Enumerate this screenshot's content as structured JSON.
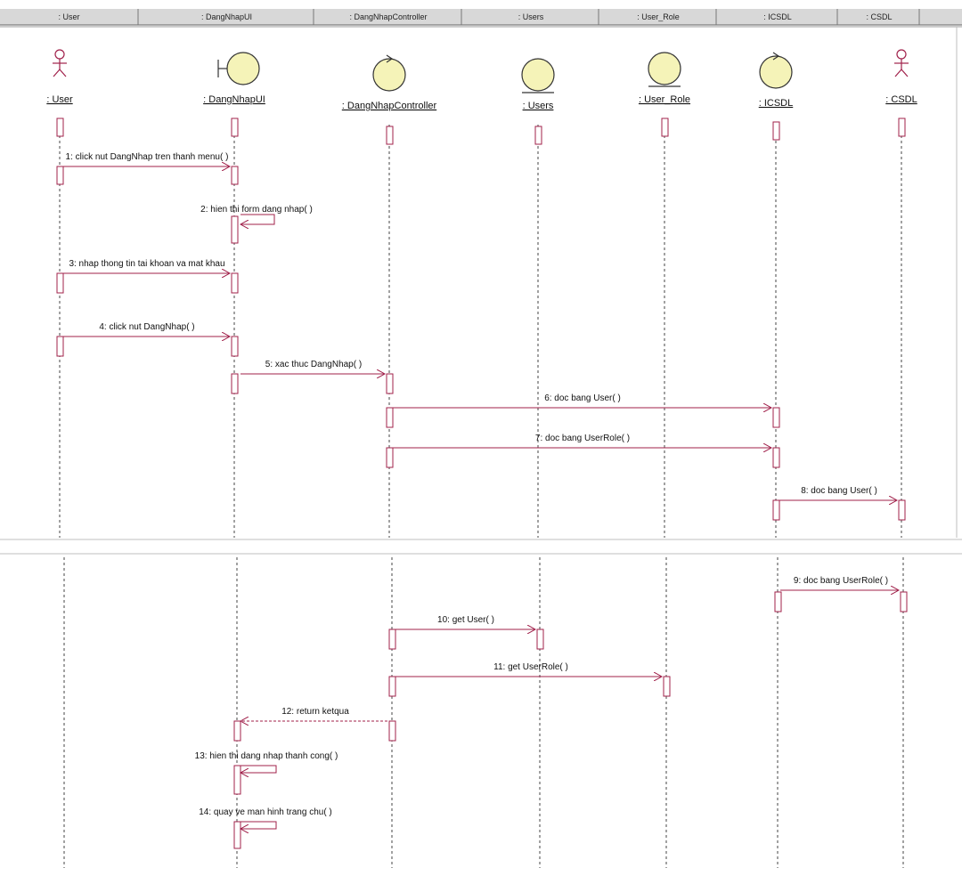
{
  "header_tabs": [
    ": User",
    ": DangNhapUI",
    ": DangNhapController",
    ": Users",
    ": User_Role",
    ": ICSDL",
    ": CSDL"
  ],
  "lifelines": [
    {
      "label": ": User",
      "kind": "actor"
    },
    {
      "label": ": DangNhapUI",
      "kind": "boundary"
    },
    {
      "label": ": DangNhapController",
      "kind": "control"
    },
    {
      "label": ": Users",
      "kind": "entity"
    },
    {
      "label": ": User_Role",
      "kind": "entity"
    },
    {
      "label": ": ICSDL",
      "kind": "control"
    },
    {
      "label": ": CSDL",
      "kind": "actor"
    }
  ],
  "messages": [
    {
      "text": "1: click nut DangNhap tren thanh menu( )",
      "from": 0,
      "to": 1
    },
    {
      "text": "2: hien thi form dang nhap( )",
      "from": 1,
      "to": 1
    },
    {
      "text": "3: nhap thong tin tai khoan va mat khau",
      "from": 0,
      "to": 1
    },
    {
      "text": "4: click nut DangNhap( )",
      "from": 0,
      "to": 1
    },
    {
      "text": "5: xac thuc DangNhap( )",
      "from": 1,
      "to": 2
    },
    {
      "text": "6: doc bang User( )",
      "from": 2,
      "to": 5
    },
    {
      "text": "7: doc bang UserRole( )",
      "from": 2,
      "to": 5
    },
    {
      "text": "8: doc bang User( )",
      "from": 5,
      "to": 6
    },
    {
      "text": "9: doc bang UserRole( )",
      "from": 5,
      "to": 6
    },
    {
      "text": "10: get User( )",
      "from": 2,
      "to": 3
    },
    {
      "text": "11: get UserRole( )",
      "from": 2,
      "to": 4
    },
    {
      "text": "12: return ketqua",
      "from": 2,
      "to": 1,
      "return": true
    },
    {
      "text": "13: hien thi dang nhap thanh cong( )",
      "from": 1,
      "to": 1
    },
    {
      "text": "14: quay ve man hinh trang chu( )",
      "from": 1,
      "to": 1
    }
  ],
  "colors": {
    "message": "#a0204a",
    "activation": "#a0204a",
    "icon_fill": "#f5f3b8",
    "icon_stroke": "#333333",
    "header_bg": "#d8d8d8"
  }
}
